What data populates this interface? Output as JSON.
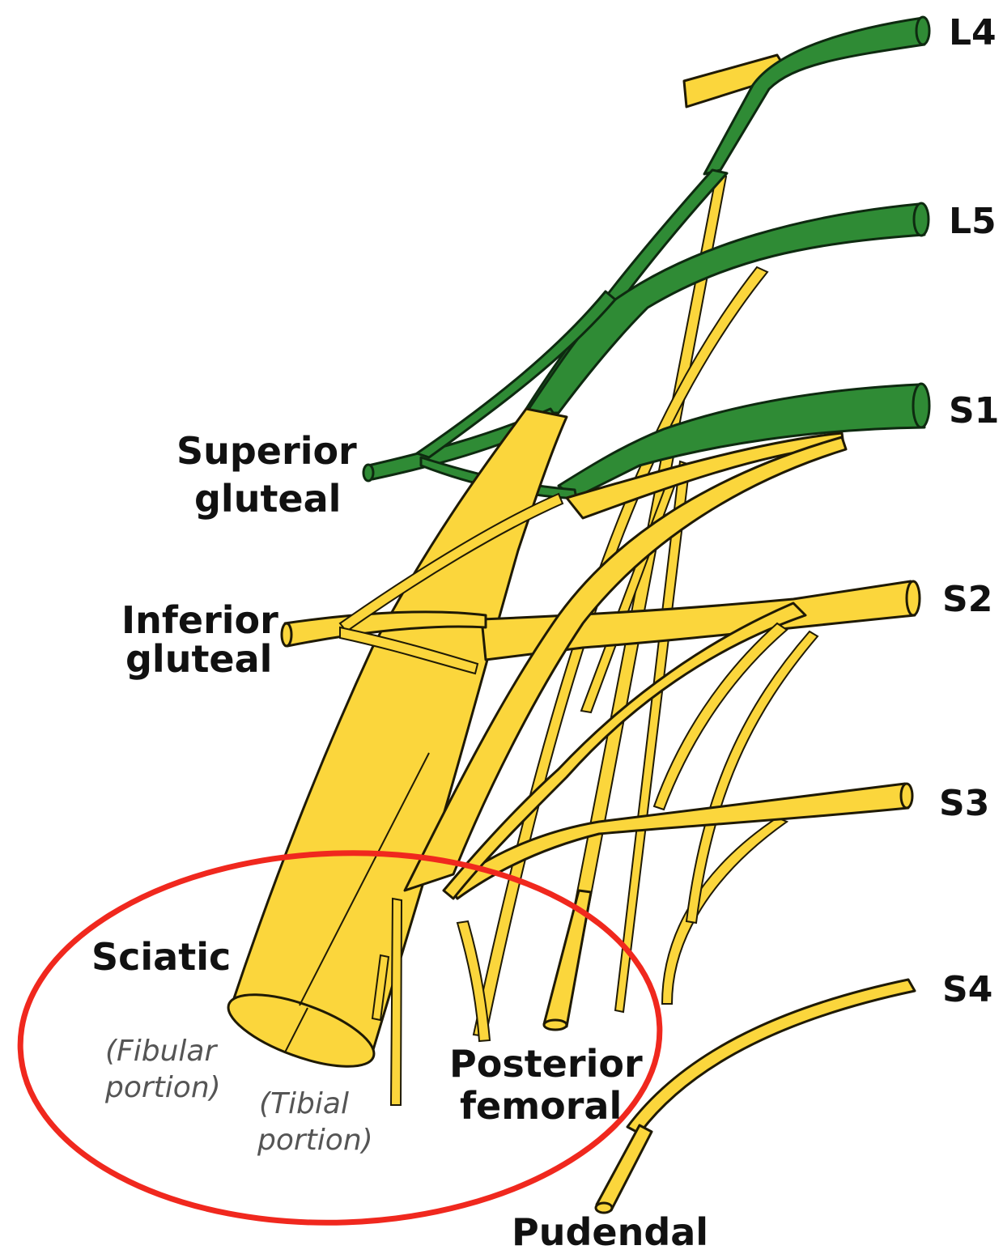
{
  "roots": {
    "l4": "L4",
    "l5": "L5",
    "s1": "S1",
    "s2": "S2",
    "s3": "S3",
    "s4": "S4"
  },
  "nerves": {
    "superior_gluteal": [
      "Superior",
      "gluteal"
    ],
    "inferior_gluteal": [
      "Inferior",
      "gluteal"
    ],
    "sciatic": "Sciatic",
    "fibular_portion": [
      "(Fibular",
      "portion)"
    ],
    "tibial_portion": [
      "(Tibial",
      "portion)"
    ],
    "posterior_femoral": [
      "Posterior",
      "femoral"
    ],
    "pudendal": "Pudendal"
  },
  "colors": {
    "motor_root_green": "#2f8b35",
    "nerve_yellow": "#fbd63c",
    "highlight_circle": "#f0281e"
  },
  "highlight": "red-ellipse-around-sciatic"
}
